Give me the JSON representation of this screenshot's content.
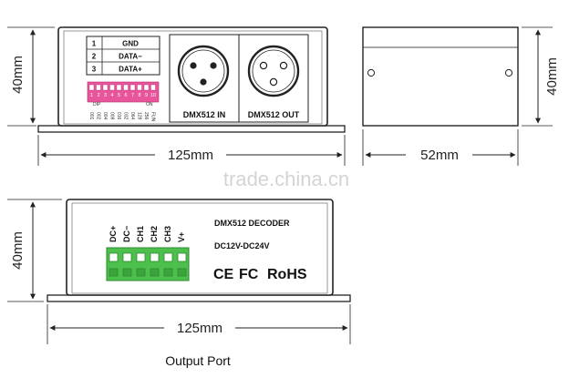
{
  "top_left": {
    "height_label": "40mm",
    "width_label": "125mm",
    "table_rows": [
      {
        "num": "1",
        "signal": "GND"
      },
      {
        "num": "2",
        "signal": "DATA−"
      },
      {
        "num": "3",
        "signal": "DATA+"
      }
    ],
    "dip": {
      "numbers": [
        "1",
        "2",
        "3",
        "4",
        "5",
        "6",
        "7",
        "8",
        "9",
        "10"
      ],
      "dip_label": "DIP",
      "on_label": "ON",
      "values": [
        "001",
        "002",
        "004",
        "008",
        "016",
        "032",
        "064",
        "128",
        "256",
        "FUN"
      ]
    },
    "dmx_in_label": "DMX512  IN",
    "dmx_out_label": "DMX512  OUT"
  },
  "top_right": {
    "height_label": "40mm",
    "width_label": "52mm"
  },
  "watermark": "trade.china.cn",
  "bottom": {
    "height_label": "40mm",
    "width_label": "125mm",
    "terminal_labels": [
      "DC+",
      "DC−",
      "CH1",
      "CH2",
      "CH3",
      "V+"
    ],
    "title": "DMX512   DECODER",
    "voltage": "DC12V-DC24V",
    "cert_ce": "CE",
    "cert_fc": "FC",
    "cert_rohs": "RoHS",
    "caption": "Output Port"
  },
  "colors": {
    "terminal_green": "#4dbf4d",
    "dip_pink": "#e8559a",
    "line": "#222222"
  }
}
